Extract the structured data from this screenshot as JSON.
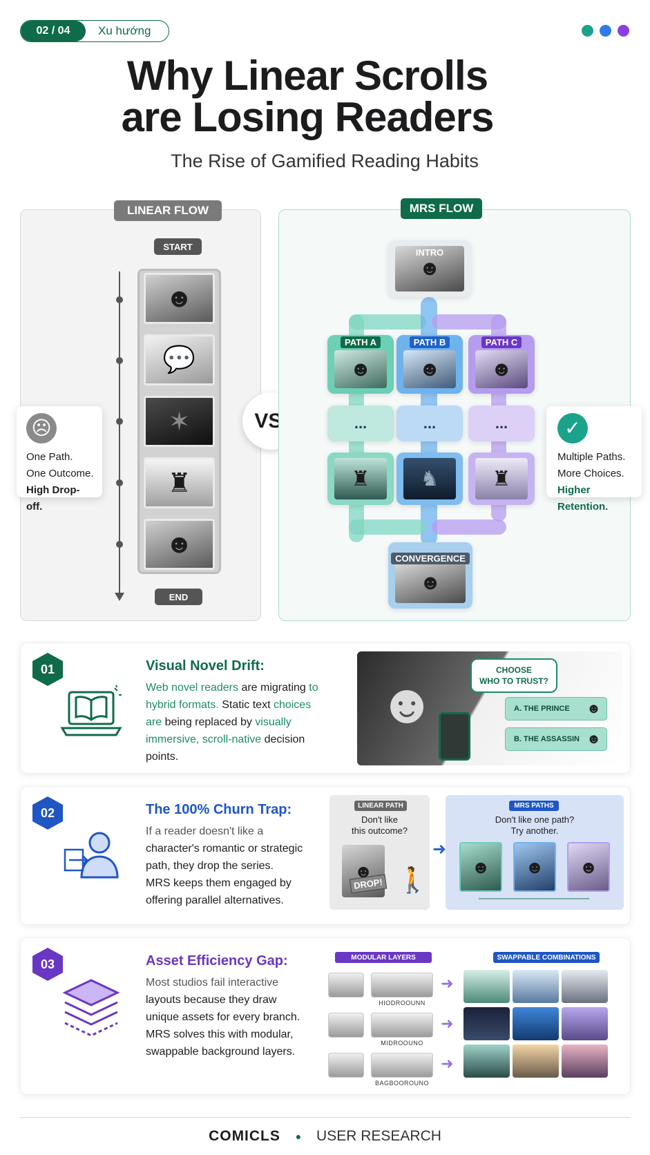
{
  "header": {
    "page_num": "02 / 04",
    "category": "Xu hướng",
    "dots": [
      "#1aa38a",
      "#2f7be8",
      "#8a3fe0"
    ]
  },
  "hero": {
    "title_line1": "Why Linear Scrolls",
    "title_line2": "are Losing Readers",
    "subtitle": "The Rise of Gamified Reading Habits"
  },
  "linear": {
    "tag": "LINEAR FLOW",
    "start": "START",
    "end": "END",
    "card": {
      "line1": "One Path.",
      "line2": "One Outcome.",
      "line3": "High Drop-off."
    }
  },
  "vs": "VS.",
  "mrs": {
    "tag": "MRS FLOW",
    "intro": "INTRO",
    "path_a": "PATH A",
    "path_b": "PATH B",
    "path_c": "PATH C",
    "ellipsis": "...",
    "convergence": "CONVERGENCE",
    "card": {
      "line1": "Multiple Paths.",
      "line2": "More Choices.",
      "line3": "Higher Retention."
    }
  },
  "sections": {
    "s1": {
      "num": "01",
      "title": "Visual Novel Drift:",
      "body_a": "Web novel readers",
      "body_b": " are migrating ",
      "body_c": "to hybrid formats.",
      "body_d": " Static text ",
      "body_e": "choices are",
      "body_f": " being replaced by ",
      "body_g": "visually immersive, scroll-native",
      "body_h": " decision points.",
      "bubble_l1": "CHOOSE",
      "bubble_l2": "WHO TO TRUST?",
      "opt_a": "A. THE PRINCE",
      "opt_b": "B. THE ASSASSIN"
    },
    "s2": {
      "num": "02",
      "title": "The 100% Churn Trap:",
      "body_a": "If a reader doesn't like a",
      "body_b": "character's romantic or strategic",
      "body_c": "path, they drop the series.",
      "body_d": "MRS keeps them engaged by",
      "body_e": "offering parallel alternatives.",
      "linear_tag": "LINEAR PATH",
      "linear_l1": "Don't like",
      "linear_l2": "this outcome?",
      "drop": "DROP!",
      "mrs_tag": "MRS PATHS",
      "mrs_l1": "Don't like one path?",
      "mrs_l2": "Try another."
    },
    "s3": {
      "num": "03",
      "title": "Asset Efficiency Gap:",
      "body_a": "Most studios fail interactive",
      "body_b": "layouts because they draw",
      "body_c": "unique assets for every branch.",
      "body_d": "MRS solves this with modular,",
      "body_e": "swappable background layers.",
      "layers_tag": "MODULAR LAYERS",
      "combos_tag": "SWAPPABLE COMBINATIONS",
      "cap1": "HIODROOUNN",
      "cap2": "MIDROOUNO",
      "cap3": "BAGBOOROUNO"
    }
  },
  "footer": {
    "brand": "COMICLS",
    "sub": "USER RESEARCH"
  }
}
